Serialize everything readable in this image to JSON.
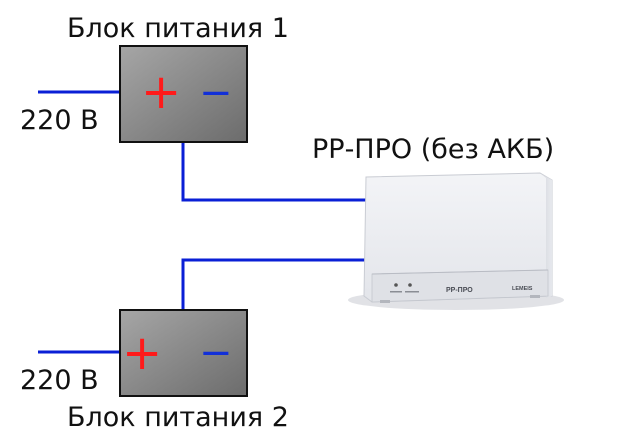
{
  "psu1": {
    "title": "Блок питания 1",
    "mains": "220 В",
    "plus": "+",
    "minus": "−"
  },
  "psu2": {
    "title": "Блок питания 2",
    "mains": "220 В",
    "plus": "+",
    "minus": "−"
  },
  "device": {
    "title": "РР-ПРО (без АКБ)",
    "panel_label": "РР-ПРО",
    "brand_label": "LEMEIS"
  },
  "colors": {
    "wire": "#0a1fd6",
    "plus_symbol": "#ff1a1a",
    "minus_symbol": "#1230d8",
    "psu_fill_light": "#a3a3a3",
    "psu_fill_dark": "#6f6f6f"
  },
  "icons": {
    "power_supply": "power-supply-box-icon",
    "device": "reserve-power-unit-icon"
  }
}
